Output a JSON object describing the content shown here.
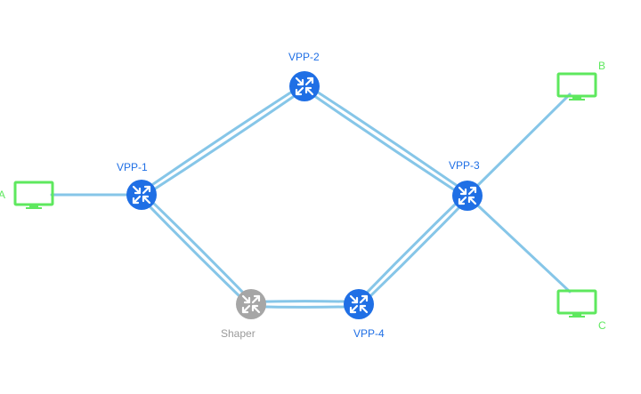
{
  "colors": {
    "router": "#1f6fe5",
    "router_disabled": "#a6a6a6",
    "host": "#5ee85e",
    "link": "#86c6e8",
    "router_label": "#1f6fe5",
    "router_label_disabled": "#9a9a9a",
    "host_label": "#5ee85e"
  },
  "routers": [
    {
      "id": "vpp1",
      "label": "VPP-1",
      "icon": "router-icon"
    },
    {
      "id": "vpp2",
      "label": "VPP-2",
      "icon": "router-icon"
    },
    {
      "id": "vpp3",
      "label": "VPP-3",
      "icon": "router-icon"
    },
    {
      "id": "vpp4",
      "label": "VPP-4",
      "icon": "router-icon"
    },
    {
      "id": "shaper",
      "label": "Shaper",
      "icon": "router-icon",
      "disabled": true
    }
  ],
  "hosts": [
    {
      "id": "hostA",
      "label": "A",
      "icon": "monitor-icon"
    },
    {
      "id": "hostB",
      "label": "B",
      "icon": "monitor-icon"
    },
    {
      "id": "hostC",
      "label": "C",
      "icon": "monitor-icon"
    }
  ],
  "links": [
    {
      "from": "hostA",
      "to": "vpp1",
      "count": 1
    },
    {
      "from": "vpp1",
      "to": "vpp2",
      "count": 2
    },
    {
      "from": "vpp2",
      "to": "vpp3",
      "count": 2
    },
    {
      "from": "vpp1",
      "to": "shaper",
      "count": 2
    },
    {
      "from": "shaper",
      "to": "vpp4",
      "count": 2
    },
    {
      "from": "vpp4",
      "to": "vpp3",
      "count": 2
    },
    {
      "from": "vpp3",
      "to": "hostB",
      "count": 1
    },
    {
      "from": "vpp3",
      "to": "hostC",
      "count": 1
    }
  ]
}
